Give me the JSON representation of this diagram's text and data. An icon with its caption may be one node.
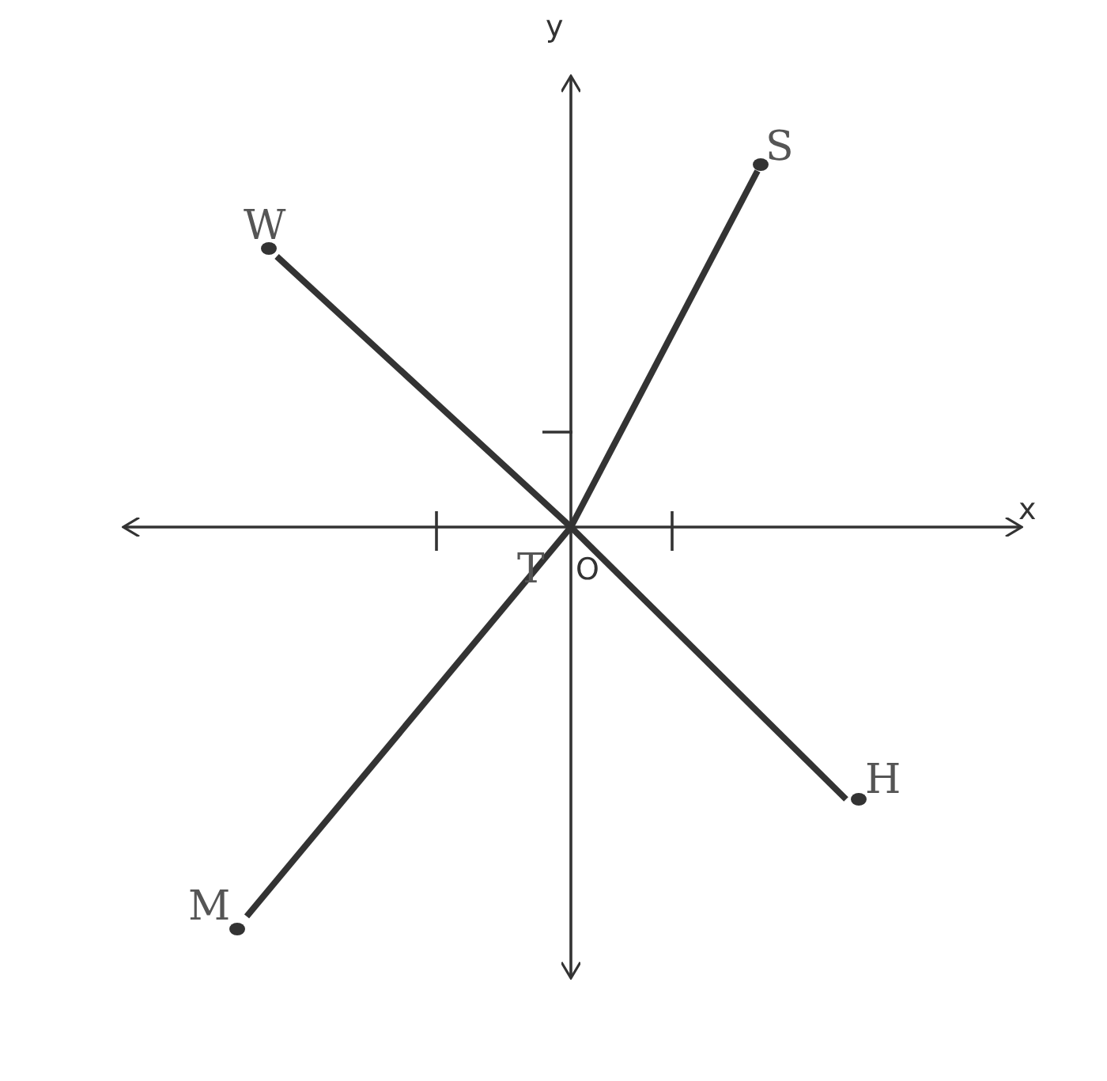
{
  "diagram": {
    "nodes": [
      {
        "text": [
          "W"
        ]
      },
      {
        "text": [
          "S"
        ]
      },
      {
        "text": [
          "H"
        ]
      },
      {
        "text": [
          "M"
        ]
      },
      {
        "text": [
          "T"
        ]
      }
    ],
    "edges": [
      {
        "from": 4,
        "to": 0,
        "arrow": "none"
      },
      {
        "from": 4,
        "to": 1,
        "arrow": "none"
      },
      {
        "from": 4,
        "to": 2,
        "arrow": "none"
      },
      {
        "from": 4,
        "to": 3,
        "arrow": "none"
      }
    ],
    "labels": [
      "y",
      "x",
      "O"
    ]
  }
}
